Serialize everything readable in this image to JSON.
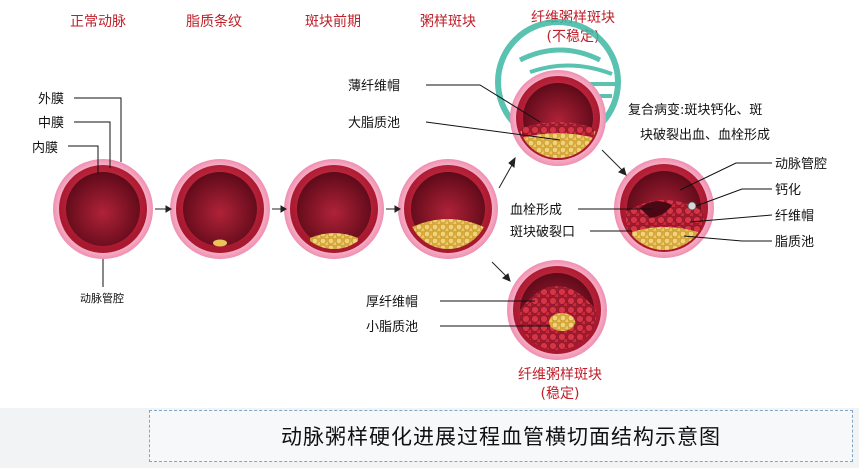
{
  "stages": [
    {
      "title": "正常动脉"
    },
    {
      "title": "脂质条纹"
    },
    {
      "title": "斑块前期"
    },
    {
      "title": "粥样斑块"
    },
    {
      "title": "纤维粥样斑块",
      "subtitle": "(不稳定)"
    },
    {
      "title": "纤维粥样斑块",
      "subtitle": "(稳定)"
    }
  ],
  "labels": {
    "outer": "外膜",
    "middle": "中膜",
    "inner": "内膜",
    "lumen": "动脉管腔",
    "thin_cap": "薄纤维帽",
    "large_pool": "大脂质池",
    "complication_line1": "复合病变:斑块钙化、斑",
    "complication_line2": "块破裂出血、血栓形成",
    "lumen2": "动脉管腔",
    "calc": "钙化",
    "fib_cap": "纤维帽",
    "lipid_pool": "脂质池",
    "thrombus": "血栓形成",
    "rupture": "斑块破裂口",
    "thick_cap": "厚纤维帽",
    "small_pool": "小脂质池"
  },
  "caption": "动脉粥样硬化进展过程血管横切面结构示意图",
  "colors": {
    "title_red": "#c0202a",
    "outer_pink": "#f4a6bf",
    "wall_red": "#c0283f",
    "lumen_dark": "#7a0f22",
    "lipid_yellow": "#e8c45a",
    "watermark": "#3db8a3"
  }
}
